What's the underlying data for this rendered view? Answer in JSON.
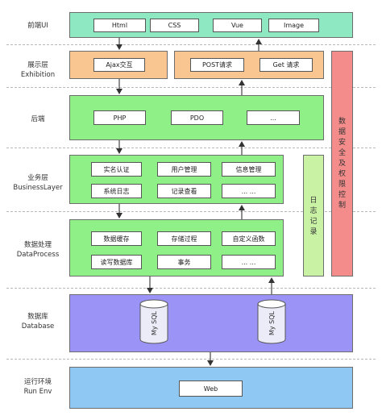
{
  "layers": {
    "frontend": "前端UI",
    "exhibition": "展示层\nExhibition",
    "backend": "后端",
    "business": "业务层\nBusinessLayer",
    "dataprocess": "数据处理\nDataProcess",
    "database": "数据库\nDatabase",
    "runenv": "运行环境\nRun Env"
  },
  "frontend_boxes": [
    "Html",
    "CSS",
    "Vue",
    "Image"
  ],
  "exhibition_boxes": [
    "Ajax交互",
    "POST请求",
    "Get 请求"
  ],
  "backend_boxes": [
    "PHP",
    "PDO",
    "..."
  ],
  "business_boxes": [
    "实名认证",
    "用户管理",
    "信息管理",
    "系统日志",
    "记录查看",
    "... ..."
  ],
  "dataprocess_boxes": [
    "数据缓存",
    "存储过程",
    "自定义函数",
    "读写数据库",
    "事务",
    "... ..."
  ],
  "database_items": [
    "My SQL",
    "My SQL"
  ],
  "runenv_boxes": [
    "Web"
  ],
  "side_panels": {
    "log": "日\n志\n记\n录",
    "security": "数\n据\n安\n全\n及\n权\n限\n控\n制"
  },
  "colors": {
    "frontend": "#8ee8c2",
    "exhibition": "#f9c590",
    "backend": "#8ff088",
    "business": "#8ff088",
    "dataprocess": "#8ff088",
    "database": "#9b94f6",
    "runenv": "#8fc8f3",
    "log_panel": "#c9f2a5",
    "security_panel": "#f48c8c"
  }
}
